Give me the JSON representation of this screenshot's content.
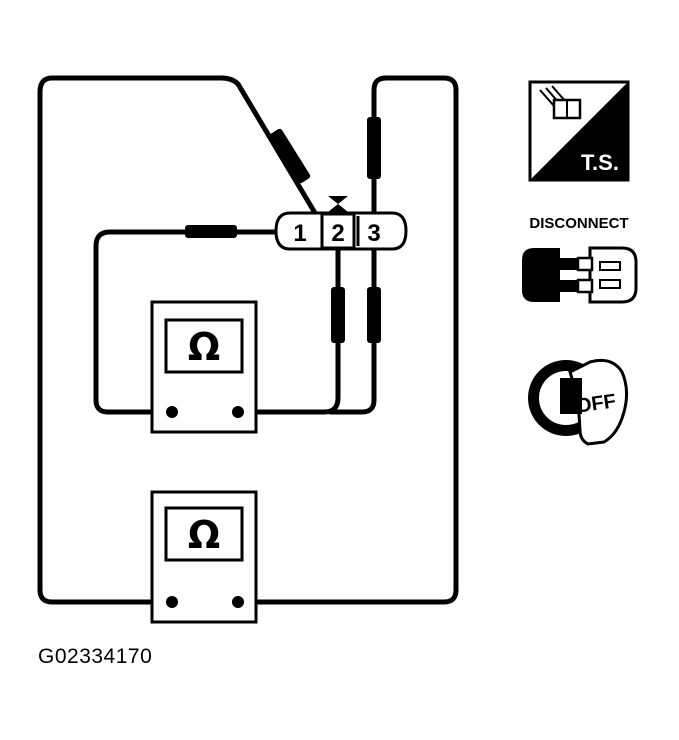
{
  "connector": {
    "pins": [
      "1",
      "2",
      "3"
    ]
  },
  "meters": [
    {
      "symbol": "Ω"
    },
    {
      "symbol": "Ω"
    }
  ],
  "icons": {
    "test_symbol_label": "T.S.",
    "disconnect_label": "DISCONNECT",
    "ignition_label": "OFF"
  },
  "figure_id": "G02334170"
}
